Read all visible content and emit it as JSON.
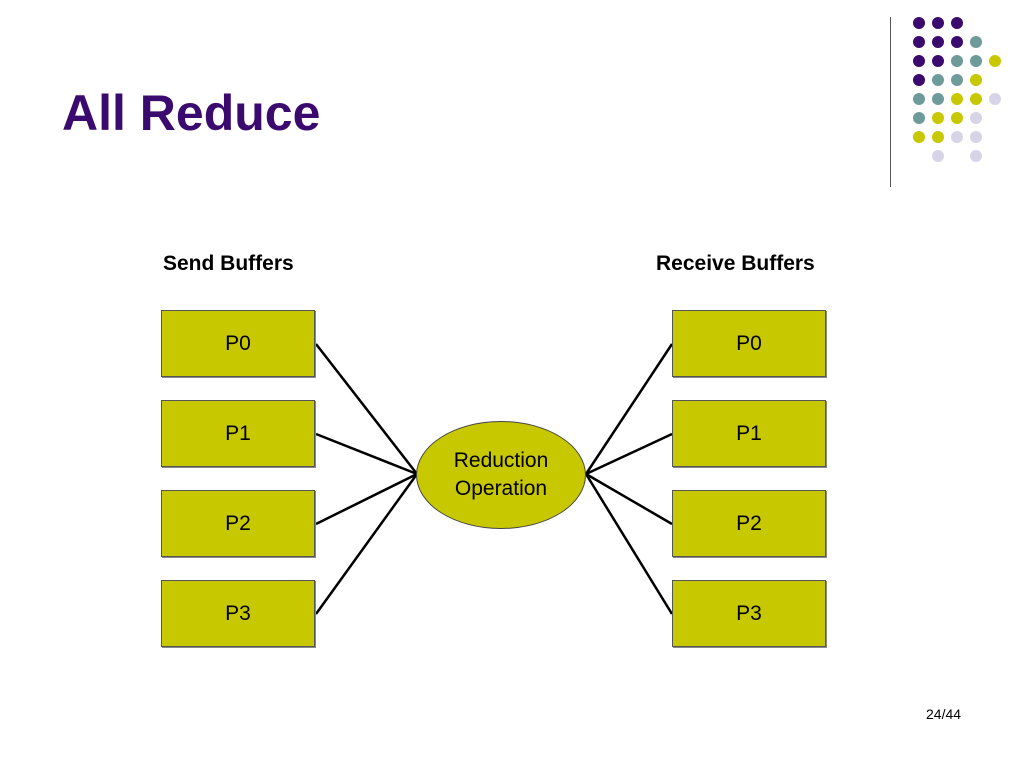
{
  "slide": {
    "title": "All Reduce",
    "page_number": "24/44"
  },
  "headings": {
    "send": "Send Buffers",
    "receive": "Receive Buffers"
  },
  "send_buffers": [
    "P0",
    "P1",
    "P2",
    "P3"
  ],
  "receive_buffers": [
    "P0",
    "P1",
    "P2",
    "P3"
  ],
  "operation": {
    "line1": "Reduction",
    "line2": "Operation"
  },
  "colors": {
    "title": "#3b0a6e",
    "box_fill": "#c8c800",
    "dot_purple": "#3b0a6e",
    "dot_teal": "#6f9a9a",
    "dot_yellow": "#c8c800",
    "dot_lavender": "#d6d4e6"
  }
}
